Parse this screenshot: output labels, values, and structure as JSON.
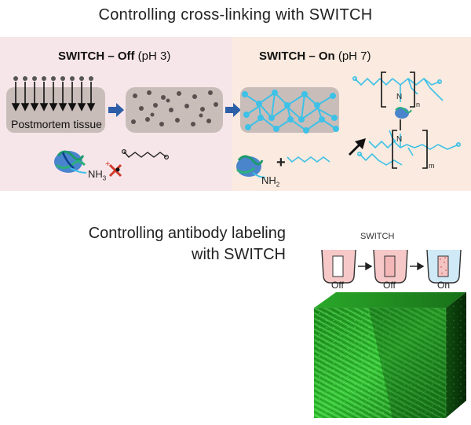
{
  "header": {
    "title": "Controlling cross-linking with SWITCH"
  },
  "panel_off": {
    "title_bold": "SWITCH – Off",
    "title_rest": " (pH 3)",
    "tissue_label": "Postmortem tissue",
    "amine_label": "NH",
    "amine_sub": "3",
    "charge": "+"
  },
  "panel_on": {
    "title_bold": "SWITCH – On",
    "title_rest": " (pH 7)",
    "amine_label": "NH",
    "amine_sub": "2",
    "plus": "+",
    "n_label": "N",
    "sub_n": "n",
    "sub_m": "m"
  },
  "antibody": {
    "title_line1": "Controlling antibody labeling",
    "title_line2": "with SWITCH",
    "switch_label": "SWITCH",
    "cups": [
      "Off",
      "Off",
      "On"
    ]
  },
  "colors": {
    "off_bg": "#f7e6e9",
    "on_bg": "#faeadf",
    "tissue": "#c9bdb9",
    "network": "#3ec1e6",
    "arrow_blue": "#2c5fa8",
    "fluorescence": "#2fbf2f"
  }
}
